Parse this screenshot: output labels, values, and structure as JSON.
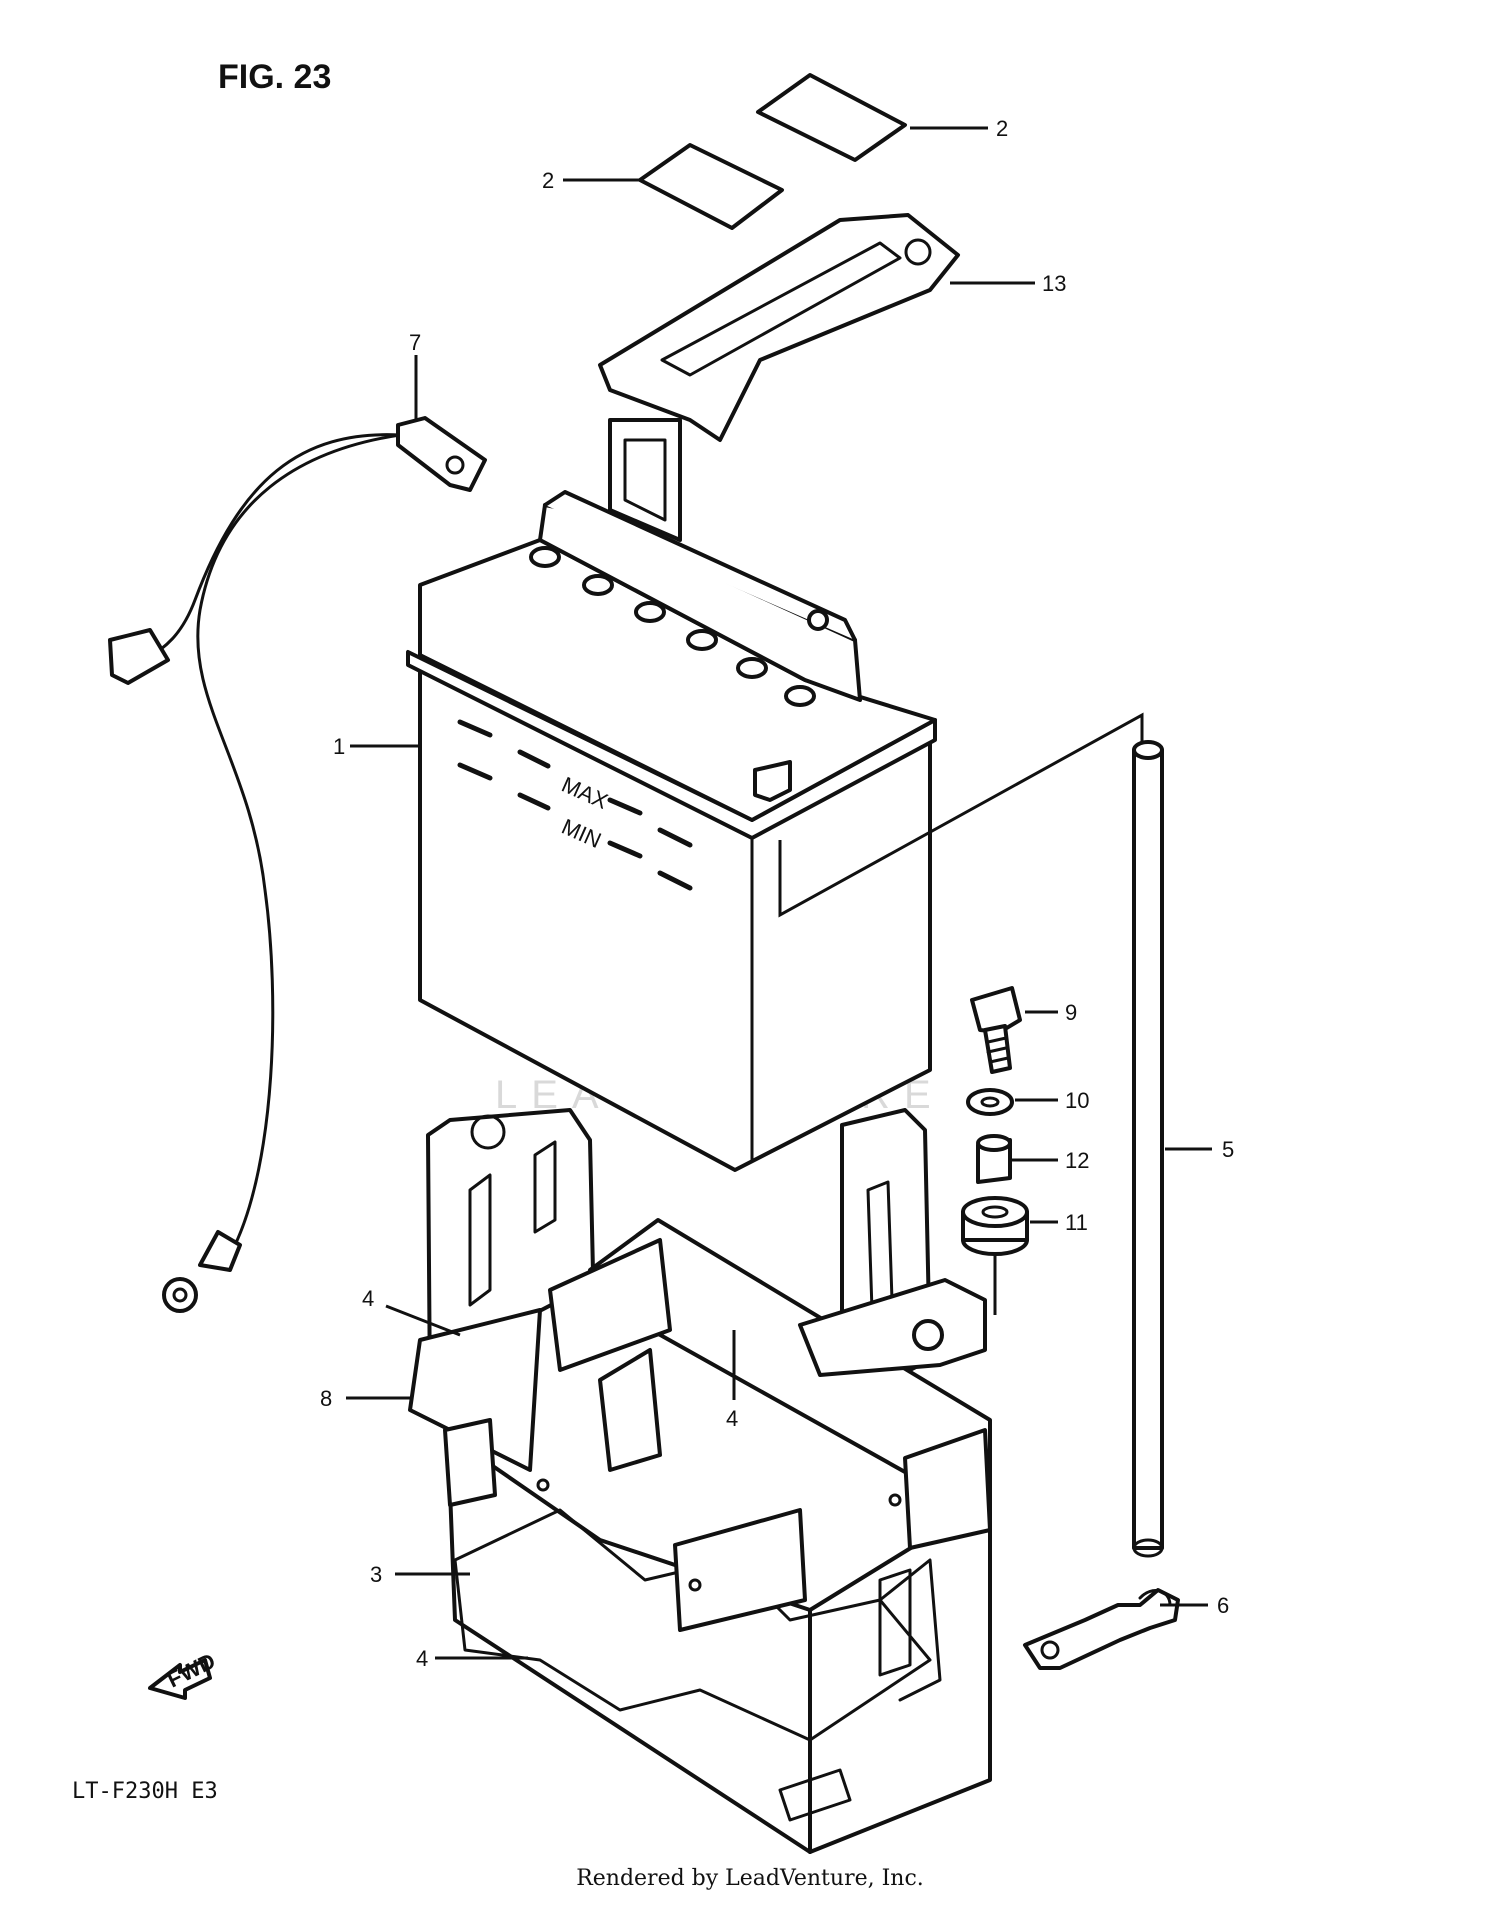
{
  "figure": {
    "title": "FIG. 23",
    "model": "LT-F230H E3",
    "watermark": "LEADVENTURE",
    "fwd_arrow_label": "FWD"
  },
  "battery_markings": {
    "upper": "MAX",
    "lower": "MIN"
  },
  "callouts": [
    {
      "id": "c1",
      "label": "1"
    },
    {
      "id": "c2a",
      "label": "2"
    },
    {
      "id": "c2b",
      "label": "2"
    },
    {
      "id": "c3",
      "label": "3"
    },
    {
      "id": "c4a",
      "label": "4"
    },
    {
      "id": "c4b",
      "label": "4"
    },
    {
      "id": "c4c",
      "label": "4"
    },
    {
      "id": "c5",
      "label": "5"
    },
    {
      "id": "c6",
      "label": "6"
    },
    {
      "id": "c7",
      "label": "7"
    },
    {
      "id": "c8",
      "label": "8"
    },
    {
      "id": "c9",
      "label": "9"
    },
    {
      "id": "c10",
      "label": "10"
    },
    {
      "id": "c11",
      "label": "11"
    },
    {
      "id": "c12",
      "label": "12"
    },
    {
      "id": "c13",
      "label": "13"
    }
  ],
  "footer": "Rendered by LeadVenture, Inc."
}
